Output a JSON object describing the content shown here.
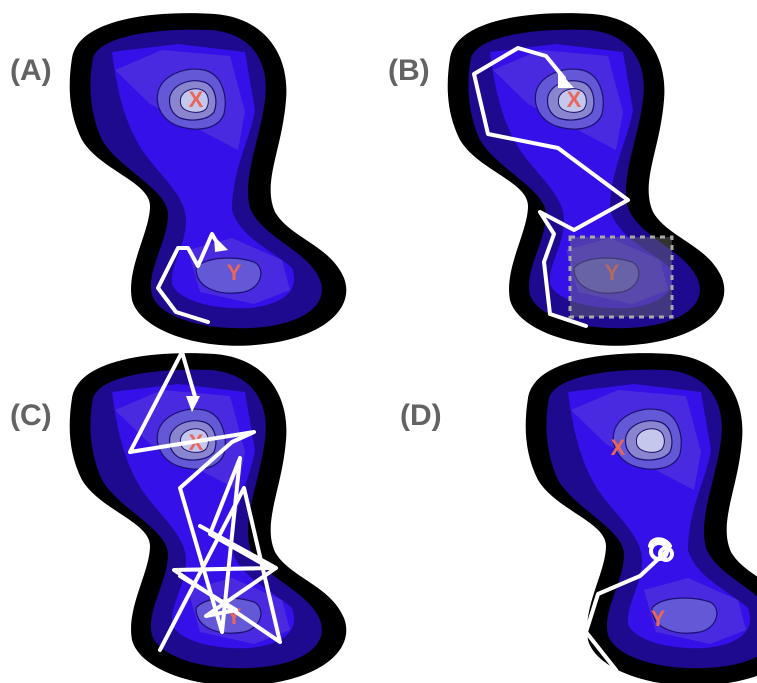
{
  "panels": [
    {
      "id": "A",
      "label": "(A)",
      "minima": {
        "upper": "X",
        "lower": "Y"
      },
      "highlight_box": false
    },
    {
      "id": "B",
      "label": "(B)",
      "minima": {
        "upper": "X",
        "lower": "Y"
      },
      "highlight_box": true
    },
    {
      "id": "C",
      "label": "(C)",
      "minima": {
        "upper": "X",
        "lower": "Y"
      },
      "highlight_box": false
    },
    {
      "id": "D",
      "label": "(D)",
      "minima": {
        "upper": "X",
        "lower": "Y"
      },
      "highlight_box": false
    }
  ],
  "colors": {
    "label_text": "#636363",
    "minimum_text": "#e8665a",
    "trajectory": "#ffffff",
    "highlight_box": "#a9a9a9",
    "contour_levels": [
      "#000000",
      "#1d0a8f",
      "#3510e8",
      "#4a2ae0",
      "#6358d6",
      "#8a85cf",
      "#c5c8ec"
    ]
  }
}
